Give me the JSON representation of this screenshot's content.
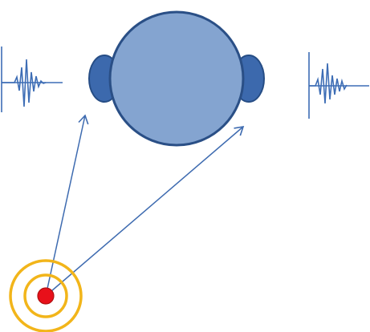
{
  "diagram": {
    "colors": {
      "background": "#ffffff",
      "head_fill": "#84a4d0",
      "head_stroke": "#2a4f86",
      "ear_fill": "#3c69ad",
      "ear_stroke": "#264d85",
      "signal_line": "#3d6db5",
      "arrow_line": "#3e6bb0",
      "ripple": "#f2b51a",
      "source_fill": "#e8101a",
      "source_stroke": "#b01010"
    },
    "parts": [
      "head",
      "left-ear",
      "right-ear",
      "left-waveform",
      "right-waveform",
      "sound-source",
      "sound-ripples",
      "arrow-to-left-ear",
      "arrow-to-right-ear"
    ]
  }
}
